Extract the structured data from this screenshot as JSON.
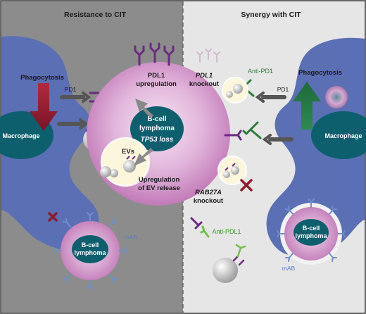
{
  "panels": {
    "left_title": "Resistance to CIT",
    "right_title": "Synergy with CIT"
  },
  "left": {
    "phagocytosis": "Phagocytosis",
    "pd1": "PD1",
    "macrophage": "Macrophage",
    "pdl1_upregulation": [
      "PDL1",
      "upregulation"
    ],
    "evs": "EVs",
    "ev_release": [
      "Upregulation",
      "of EV release"
    ],
    "lymphoma": [
      "B-cell",
      "lymphoma"
    ],
    "mab": "mAB"
  },
  "center": {
    "title": [
      "B-cell",
      "lymphoma"
    ],
    "subtitle": "TP53 loss"
  },
  "right": {
    "pdl1_knockout": [
      "PDL1",
      "knockout"
    ],
    "anti_pd1": "Anti-PD1",
    "phagocytosis": "Phagocytosis",
    "pd1": "PD1",
    "macrophage": "Macrophage",
    "rab27a_knockout": [
      "RAB27A",
      "knockout"
    ],
    "anti_pdl1": "Anti-PDL1",
    "lymphoma": [
      "B-cell",
      "lymphoma"
    ],
    "mab": "mAB"
  },
  "colors": {
    "left_bg": "#8c8c8c",
    "right_bg": "#e6e6e6",
    "macrophage": "#5b6fb5",
    "nucleus": "#0e5f6d",
    "cell": "#cf94c8",
    "pdl1": "#6b2a7e",
    "pd1_receptor": "#555555",
    "anti_pd1": "#2f7a3a",
    "anti_pdl1": "#6fbf4a",
    "mab": "#6f8fc9",
    "arrow_down": "#8e1b2f",
    "arrow_up": "#2a7a4a",
    "cross": "#8e1b2f"
  }
}
